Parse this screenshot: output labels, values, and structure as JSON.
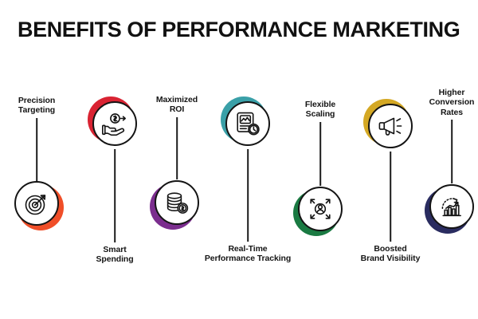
{
  "header": {
    "title": "BENEFITS OF PERFORMANCE MARKETING"
  },
  "palette": {
    "text": "#151515",
    "stem": "#1b1b1b",
    "disc_outline": "#141414",
    "background": "#ffffff"
  },
  "nodes": [
    {
      "id": "precision-targeting",
      "label": "Precision\nTargeting",
      "icon": "target-icon",
      "color": "#F04E28",
      "caption_position": "above",
      "blob_direction": "dr"
    },
    {
      "id": "smart-spending",
      "label": "Smart\nSpending",
      "icon": "hand-money-icon",
      "color": "#D92332",
      "caption_position": "below",
      "blob_direction": "ul"
    },
    {
      "id": "maximized-roi",
      "label": "Maximized\nROI",
      "icon": "coin-stack-icon",
      "color": "#7B2D8E",
      "caption_position": "above",
      "blob_direction": "dl"
    },
    {
      "id": "real-time-performance-tracking",
      "label": "Real-Time\nPerformance Tracking",
      "icon": "report-clock-icon",
      "color": "#3AA0A8",
      "caption_position": "below",
      "blob_direction": "ul"
    },
    {
      "id": "flexible-scaling",
      "label": "Flexible\nScaling",
      "icon": "scale-person-icon",
      "color": "#1A7A42",
      "caption_position": "above",
      "blob_direction": "dl"
    },
    {
      "id": "boosted-brand-visibility",
      "label": "Boosted\nBrand Visibility",
      "icon": "megaphone-icon",
      "color": "#D4A824",
      "caption_position": "below",
      "blob_direction": "ul"
    },
    {
      "id": "higher-conversion-rates",
      "label": "Higher\nConversion\nRates",
      "icon": "growth-chart-icon",
      "color": "#2A2C60",
      "caption_position": "above",
      "blob_direction": "dl"
    }
  ]
}
